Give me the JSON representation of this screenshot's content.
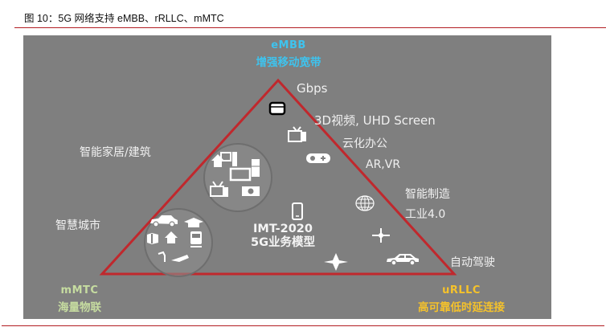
{
  "caption": "图 10：5G 网络支持 eMBB、rRLLC、mMTC",
  "colors": {
    "rule": "#b21e23",
    "panel": "#7f7f7f",
    "triangle": "#c0282d",
    "embb": "#3ec3ee",
    "mmtc": "#c6dca0",
    "urllc": "#f5c22b"
  },
  "diagram": {
    "corners": {
      "top": {
        "en": "eMBB",
        "zh": "增强移动宽带"
      },
      "bottom_left": {
        "en": "mMTC",
        "zh": "海量物联"
      },
      "bottom_right": {
        "en": "uRLLC",
        "zh": "高可靠低时延连接"
      }
    },
    "center": {
      "line1": "IMT-2020",
      "line2": "5G业务模型"
    },
    "applications": {
      "gbps": "Gbps",
      "video": "3D视频, UHD Screen",
      "cloud_office": "云化办公",
      "ar_vr": "AR,VR",
      "smart_home": "智能家居/建筑",
      "smart_city": "智慧城市",
      "smart_manufacturing": "智能制造",
      "industry": "工业4.0",
      "autonomous_driving": "自动驾驶"
    },
    "icons": {
      "top_storage": "storage-icon",
      "tv": "tv-icon",
      "gamepad": "gamepad-icon",
      "phone": "phone-icon",
      "globe": "globe-icon",
      "drone": "drone-icon",
      "plane": "plane-icon",
      "car": "car-icon"
    }
  }
}
